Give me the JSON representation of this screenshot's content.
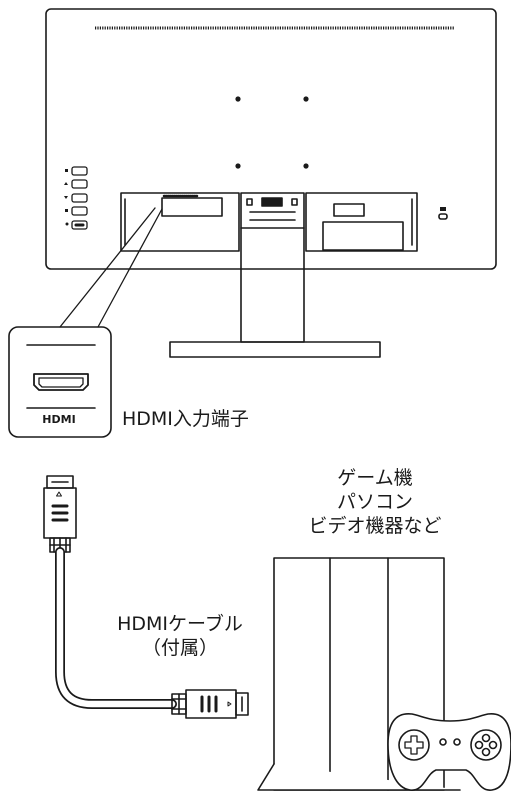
{
  "labels": {
    "hdmi_port_small": "HDMI",
    "hdmi_input_port": "HDMI入力端子",
    "devices": [
      "ゲーム機",
      "パソコン",
      "ビデオ機器など"
    ],
    "cable": [
      "HDMIケーブル",
      "（付属）"
    ]
  }
}
